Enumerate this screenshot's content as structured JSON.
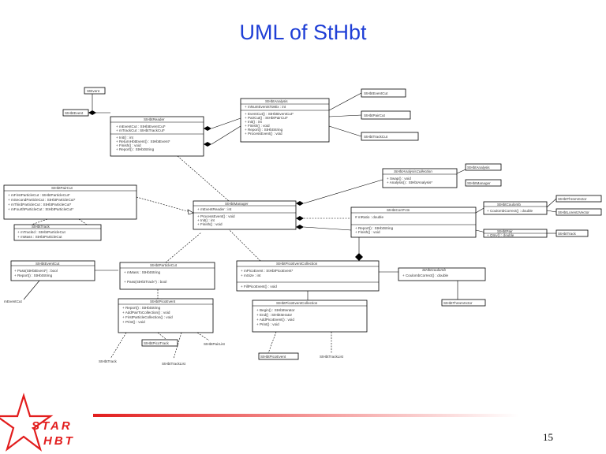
{
  "slide": {
    "title": "UML of StHbt",
    "page_number": "15",
    "logo_line1": "STAR",
    "logo_line2": "HBT"
  },
  "colors": {
    "title": "#1f3fd6",
    "logo": "#e21d1d",
    "bar": "#e21d1d"
  },
  "diagram": {
    "labels": {
      "l1": "StEvent",
      "l2": "StHbtEvent",
      "l3": "StHbtTrack",
      "l4": "StHbtEventCut",
      "l5": "StHbtTrackCut",
      "l6": "StHbtPairCut",
      "l7": "StHbtManager",
      "l8": "StHbtAnalysis",
      "l9": "StHbtCorrFctn",
      "l10": "StHbtReader",
      "l11": "StHbtPair",
      "l12": "StHbtPicoEvent",
      "l13": "StHbtPicoEventCollection",
      "l14": "StHbtCoulomb",
      "l15": "StHbtAnalysisCollection"
    }
  }
}
